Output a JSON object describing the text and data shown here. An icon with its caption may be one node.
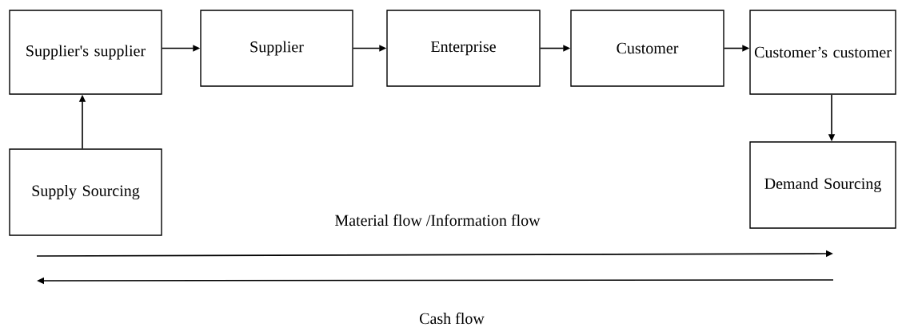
{
  "diagram": {
    "nodes": [
      {
        "text": [
          "Supplier's supplier"
        ]
      },
      {
        "text": [
          "Supplier"
        ]
      },
      {
        "text": [
          "Enterprise"
        ]
      },
      {
        "text": [
          "Customer"
        ]
      },
      {
        "text": [
          "Customer’s customer"
        ]
      },
      {
        "text": [
          "Supply Sourcing"
        ]
      },
      {
        "text": [
          "Demand Sourcing"
        ]
      }
    ],
    "edges": [
      {
        "from": 0,
        "to": 1,
        "arrow": "to"
      },
      {
        "from": 1,
        "to": 2,
        "arrow": "to"
      },
      {
        "from": 2,
        "to": 3,
        "arrow": "to"
      },
      {
        "from": 3,
        "to": 4,
        "arrow": "to"
      },
      {
        "from": 5,
        "to": 0,
        "arrow": "to"
      },
      {
        "from": 4,
        "to": 6,
        "arrow": "to"
      }
    ],
    "labels": [
      "Material flow /Information flow",
      "Cash flow"
    ]
  }
}
